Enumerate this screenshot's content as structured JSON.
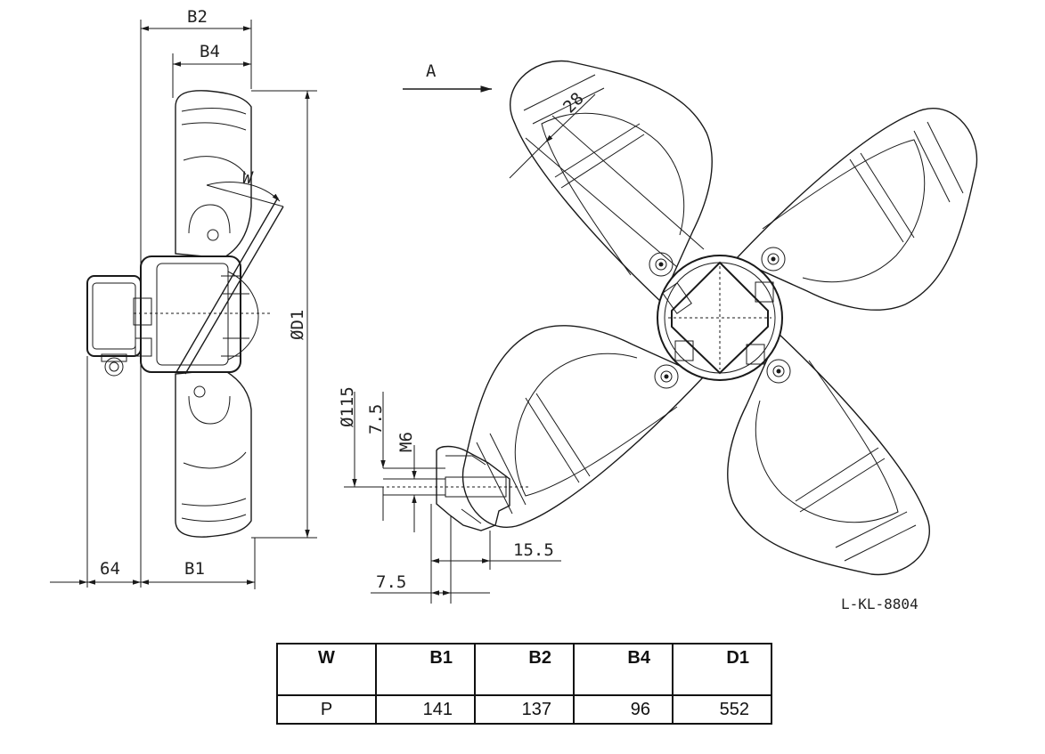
{
  "drawing": {
    "labels": {
      "b2": "B2",
      "b4": "B4",
      "w": "W",
      "d1": "ØD1",
      "b1": "B1",
      "dim_64": "64",
      "view_a": "A",
      "dim_28": "28",
      "dim_115": "Ø115",
      "dim_7_5_top": "7.5",
      "m6": "M6",
      "dim_15_5": "15.5",
      "dim_7_5_bottom": "7.5",
      "ref_code": "L-KL-8804"
    }
  },
  "table": {
    "headers": [
      "W",
      "B1",
      "B2",
      "B4",
      "D1"
    ],
    "rows": [
      [
        "P",
        "141",
        "137",
        "96",
        "552"
      ]
    ]
  }
}
